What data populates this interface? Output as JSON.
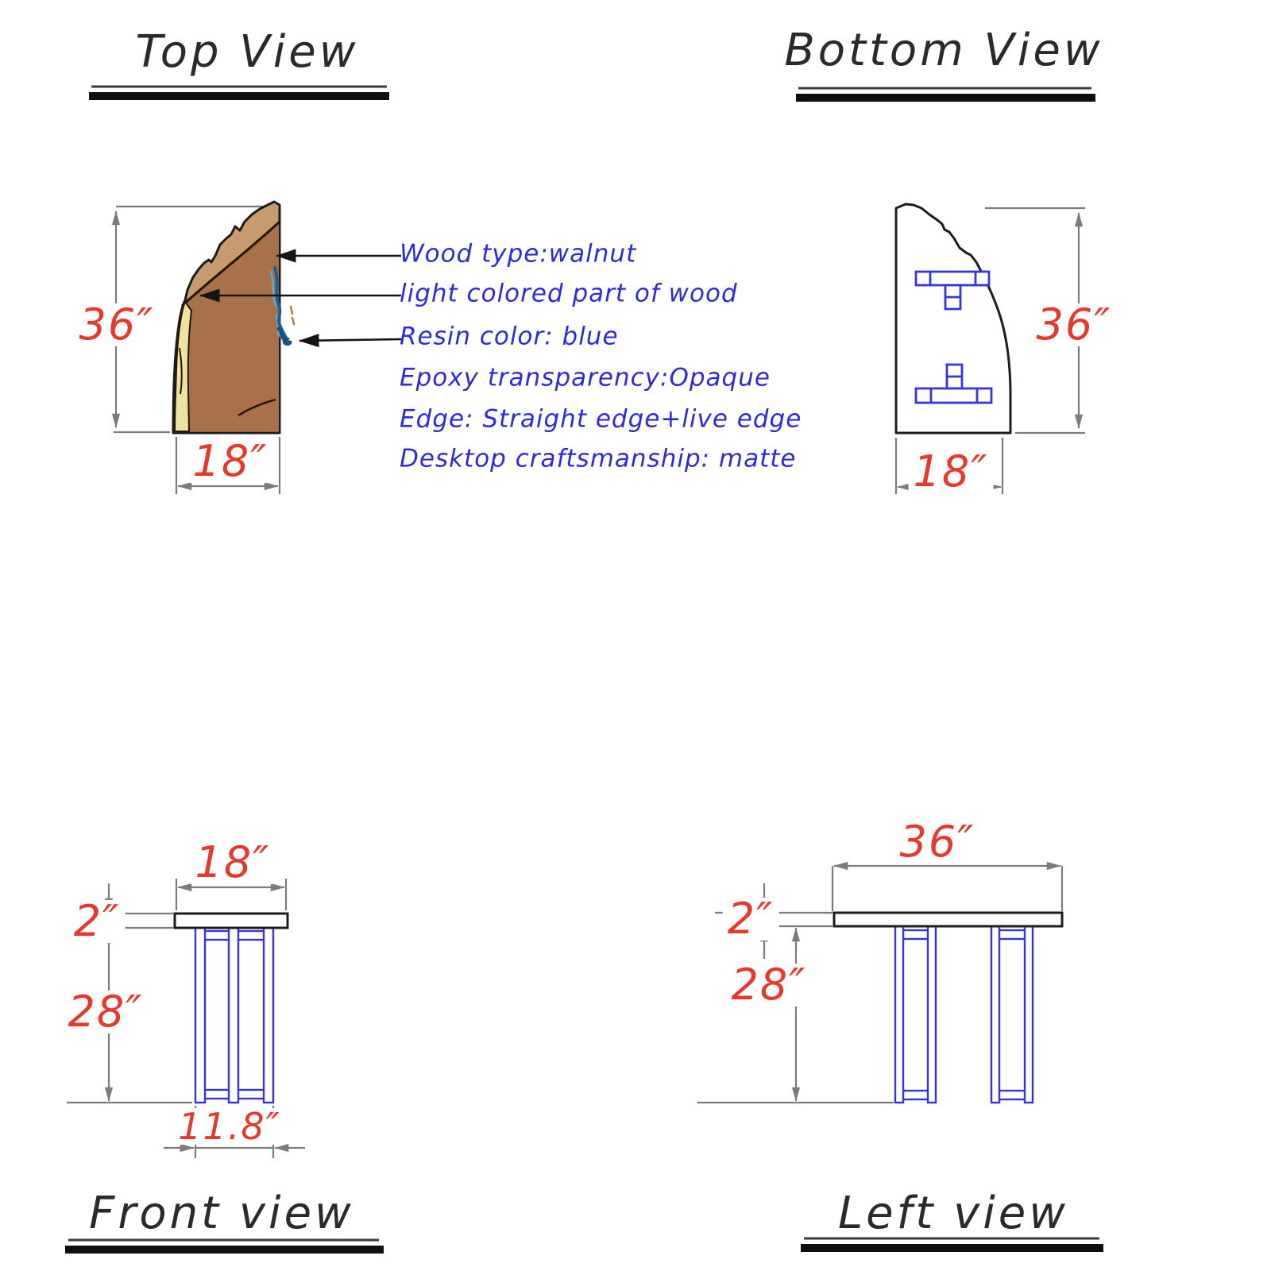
{
  "drawing": {
    "colors": {
      "dimension_red": "#e43a2e",
      "annotation_blue": "#2b2bd8",
      "line_blue": "#3535dd",
      "dim_gray": "#7b7b7b",
      "line_black": "#1c1c1c",
      "wood_main": "#a9714a",
      "wood_light_top": "#c89b6e",
      "wood_pale_edge": "#ece4a1",
      "resin_dark": "#1e6090",
      "resin_light": "#5fa8cc"
    },
    "top_view": {
      "title": "Top View",
      "dim_height": "36″",
      "dim_width": "18″"
    },
    "annotations": [
      "Wood type:walnut",
      "light colored part of wood",
      "Resin color: blue",
      "Epoxy transparency:Opaque",
      "Edge: Straight edge+live edge",
      "Desktop craftsmanship: matte"
    ],
    "bottom_view": {
      "title": "Bottom View",
      "dim_height": "36″",
      "dim_width": "18″"
    },
    "front_view": {
      "title": "Front view",
      "dim_top_width": "18″",
      "dim_top_thickness": "2″",
      "dim_leg_height": "28″",
      "dim_leg_span": "11.8″"
    },
    "left_view": {
      "title": "Left view",
      "dim_top_width": "36″",
      "dim_top_thickness": "2″",
      "dim_leg_height": "28″"
    }
  }
}
